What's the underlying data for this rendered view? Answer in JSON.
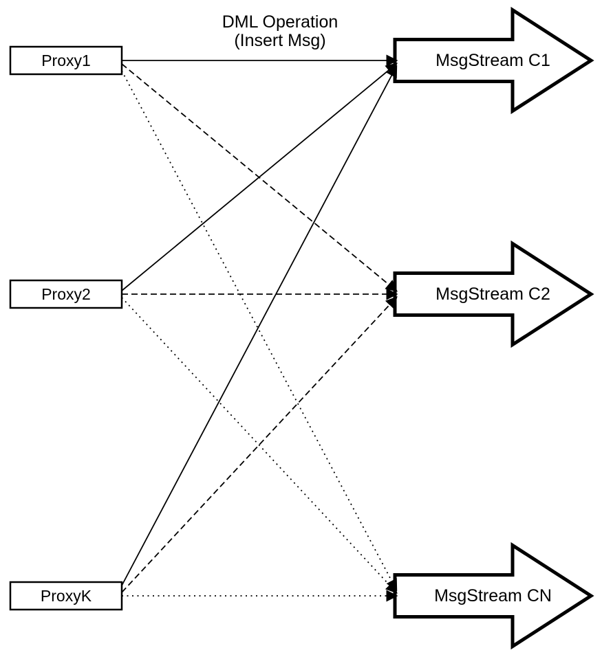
{
  "diagram": {
    "label": {
      "line1": "DML Operation",
      "line2": "(Insert Msg)"
    },
    "colors": {
      "background": "#ffffff",
      "stroke": "#000000",
      "node_fill": "#ffffff",
      "text": "#000000"
    },
    "arrow_marker": "filled-triangle-arrowhead",
    "proxies": [
      {
        "id": "proxy1",
        "label": "Proxy1"
      },
      {
        "id": "proxy2",
        "label": "Proxy2"
      },
      {
        "id": "proxyk",
        "label": "ProxyK"
      }
    ],
    "streams": [
      {
        "id": "msgstream-c1",
        "label": "MsgStream C1"
      },
      {
        "id": "msgstream-c2",
        "label": "MsgStream C2"
      },
      {
        "id": "msgstream-cn",
        "label": "MsgStream CN"
      }
    ],
    "edges": [
      {
        "from": "proxy1",
        "to": "msgstream-c1",
        "style": "solid"
      },
      {
        "from": "proxy1",
        "to": "msgstream-c2",
        "style": "dashed"
      },
      {
        "from": "proxy1",
        "to": "msgstream-cn",
        "style": "dotted"
      },
      {
        "from": "proxy2",
        "to": "msgstream-c1",
        "style": "solid"
      },
      {
        "from": "proxy2",
        "to": "msgstream-c2",
        "style": "dashed"
      },
      {
        "from": "proxy2",
        "to": "msgstream-cn",
        "style": "dotted"
      },
      {
        "from": "proxyk",
        "to": "msgstream-c1",
        "style": "solid"
      },
      {
        "from": "proxyk",
        "to": "msgstream-c2",
        "style": "dashed"
      },
      {
        "from": "proxyk",
        "to": "msgstream-cn",
        "style": "dotted"
      }
    ]
  }
}
